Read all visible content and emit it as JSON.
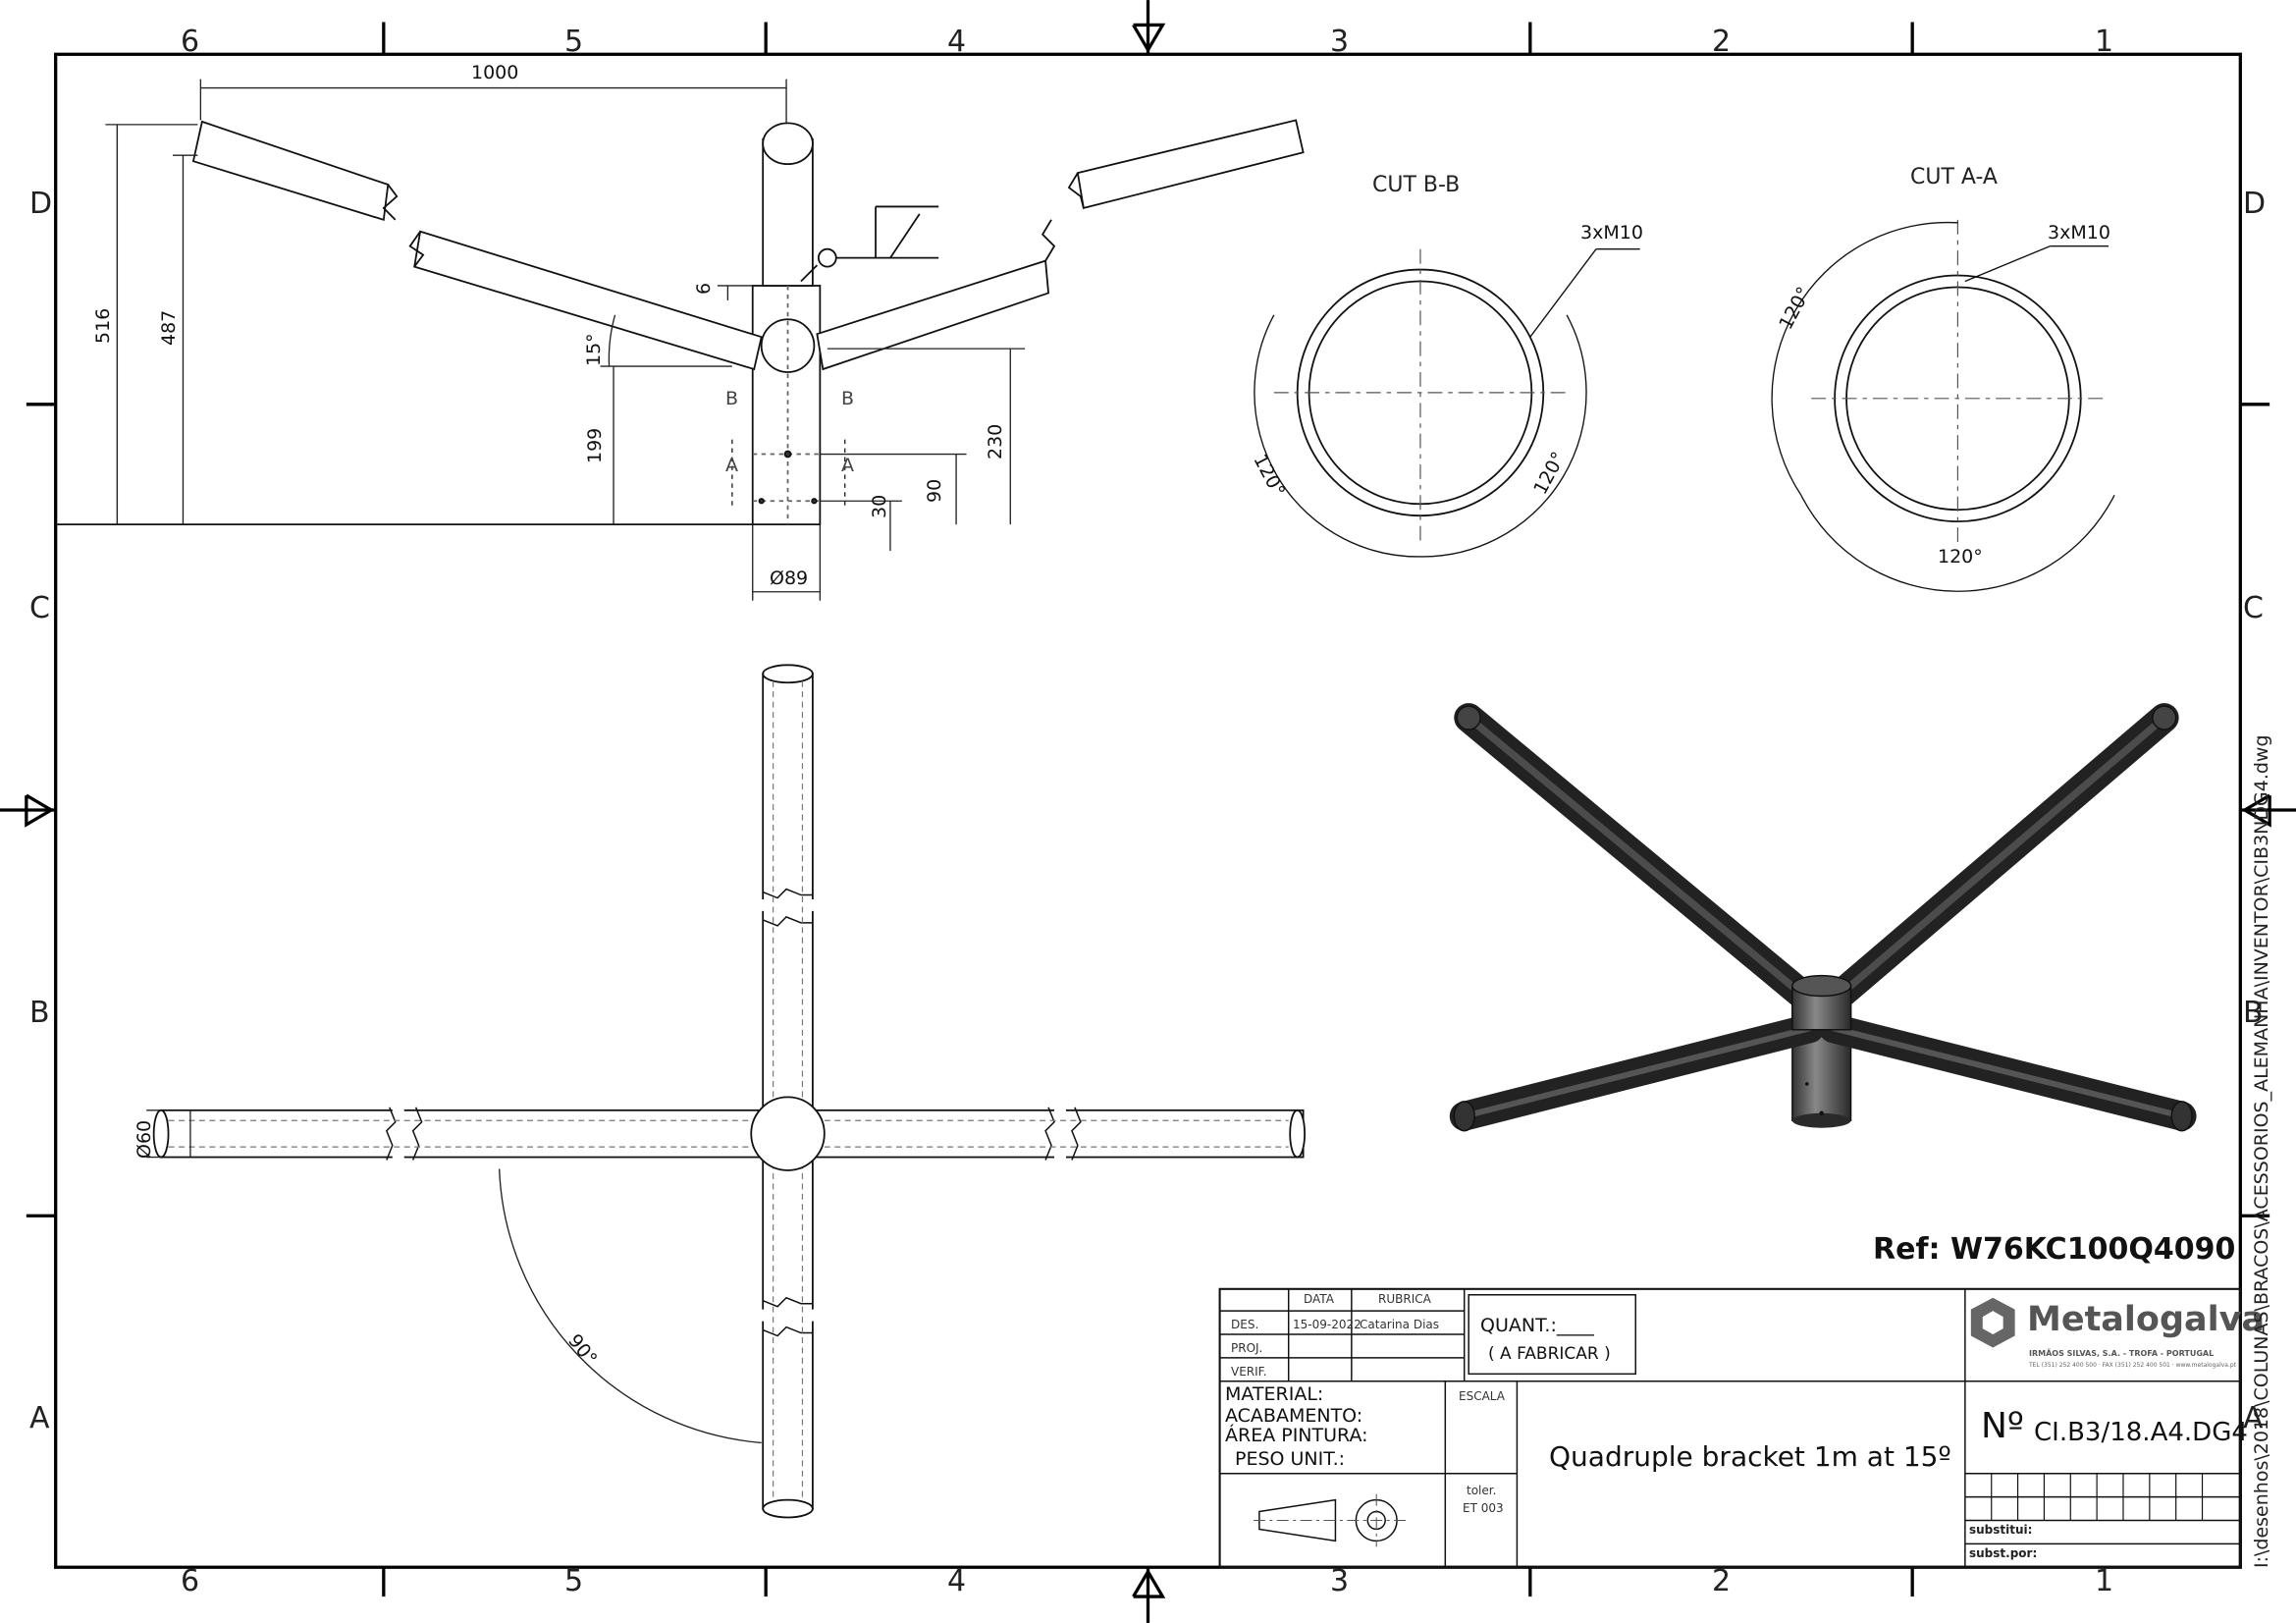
{
  "border": {
    "column_labels_top": [
      "6",
      "5",
      "4",
      "3",
      "2",
      "1"
    ],
    "column_labels_bottom": [
      "6",
      "5",
      "4",
      "3",
      "2",
      "1"
    ],
    "row_labels_left": [
      "D",
      "C",
      "B",
      "A"
    ],
    "row_labels_right": [
      "D",
      "C",
      "B",
      "A"
    ]
  },
  "front_view": {
    "dimensions": {
      "width": "1000",
      "height_total": "516",
      "height_arm": "487",
      "height_arm_low": "199",
      "height_junction": "230",
      "offset_90": "90",
      "offset_30": "30",
      "weld": "6",
      "angle": "15°",
      "diameter": "Ø89"
    },
    "section_marks": [
      "B",
      "B",
      "A",
      "A"
    ]
  },
  "cut_b": {
    "title": "CUT B-B",
    "holes": "3xM10",
    "angle_left": "120°",
    "angle_right": "120°"
  },
  "cut_a": {
    "title": "CUT A-A",
    "holes": "3xM10",
    "angle_top": "120°",
    "angle_bottom": "120°"
  },
  "top_view": {
    "diameter": "Ø60",
    "angle": "90°"
  },
  "reference": "Ref: W76KC100Q4090",
  "title_block": {
    "headers": {
      "date": "DATA",
      "signature": "RUBRICA"
    },
    "rows": [
      {
        "label": "DES.",
        "date": "15-09-2022",
        "signature": "Catarina Dias"
      },
      {
        "label": "PROJ.",
        "date": "",
        "signature": ""
      },
      {
        "label": "VERIF.",
        "date": "",
        "signature": ""
      }
    ],
    "quantity_label": "QUANT.:____",
    "quantity_note": "( A FABRICAR )",
    "logo": {
      "name": "Metalogalva",
      "subtitle": "IRMÃOS SILVAS, S.A. - TROFA - PORTUGAL",
      "contacts": "TEL (351) 252 400 500 · FAX (351) 252 400 501 · www.metalogalva.pt"
    },
    "material_fields": [
      "MATERIAL:",
      "ACABAMENTO:",
      "ÁREA PINTURA:",
      "PESO UNIT.:"
    ],
    "scale_label": "ESCALA",
    "tolerance_label": "toler.",
    "tolerance_value": "ET 003",
    "drawing_title": "Quadruple bracket 1m at 15º",
    "drawing_number_prefix": "Nº",
    "drawing_number": "CI.B3/18.A4.DG4",
    "substitutes_label": "substitui:",
    "substituted_by_label": "subst.por:"
  },
  "file_path": "I:\\desenhos\\2018\\COLUNAS\\BRACOS\\ACESSORIOS_ALEMANHA\\INVENTOR\\CIB3NDG4.dwg"
}
